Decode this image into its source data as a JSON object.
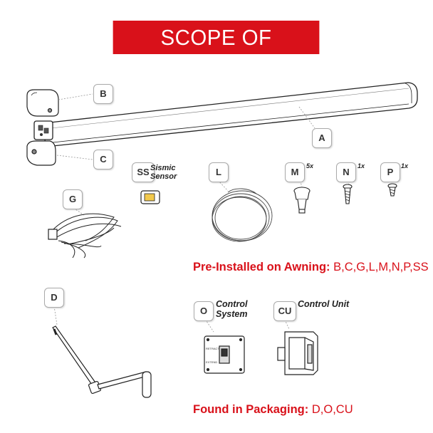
{
  "title": "SCOPE OF DELIVERY",
  "parts": {
    "A": "A",
    "B": "B",
    "C": "C",
    "D": "D",
    "G": "G",
    "L": "L",
    "M": "M",
    "N": "N",
    "P": "P",
    "O": "O",
    "SS": "SS",
    "CU": "CU"
  },
  "quantities": {
    "M": "5x",
    "N": "1x",
    "P": "1x"
  },
  "labels": {
    "ss_line1": "Sismic",
    "ss_line2": "Sensor",
    "o_line1": "Control",
    "o_line2": "System",
    "cu": "Control Unit"
  },
  "panel_text": {
    "retract": "RETRACT",
    "extend": "EXTEND"
  },
  "notes": {
    "preinstalled_label": "Pre-Installed on Awning:",
    "preinstalled_value": "B,C,G,L,M,N,P,SS",
    "packaging_label": "Found in Packaging:",
    "packaging_value": "D,O,CU"
  },
  "colors": {
    "accent": "#d9111a",
    "line": "#222222",
    "tag_border": "#aaaaaa"
  }
}
